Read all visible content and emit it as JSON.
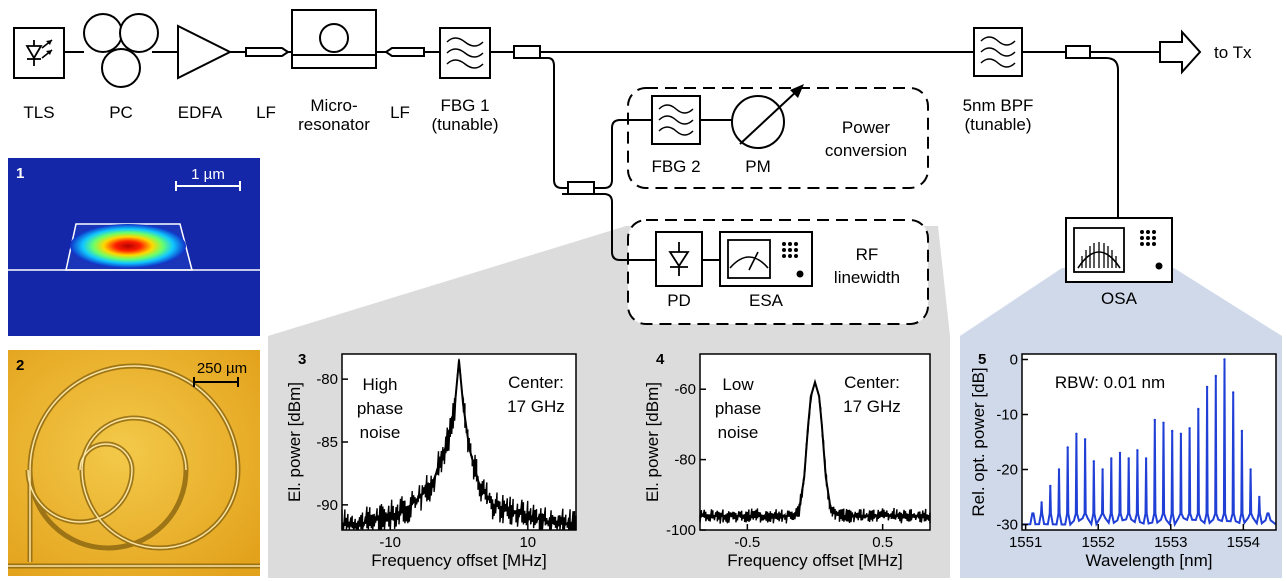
{
  "components": {
    "tls": "TLS",
    "pc": "PC",
    "edfa": "EDFA",
    "lf1": "LF",
    "microresonator_line1": "Micro-",
    "microresonator_line2": "resonator",
    "lf2": "LF",
    "fbg1_line1": "FBG 1",
    "fbg1_line2": "(tunable)",
    "bpf_line1": "5nm BPF",
    "bpf_line2": "(tunable)",
    "to_tx": "to Tx",
    "fbg2": "FBG 2",
    "pm": "PM",
    "power_conversion_line1": "Power",
    "power_conversion_line2": "conversion",
    "pd": "PD",
    "esa": "ESA",
    "rf_linewidth_line1": "RF",
    "rf_linewidth_line2": "linewidth",
    "osa": "OSA"
  },
  "insets": {
    "panel1": {
      "number": "1",
      "scale": "1 µm"
    },
    "panel2": {
      "number": "2",
      "scale": "250 µm"
    }
  },
  "chart_data": [
    {
      "id": "3",
      "type": "line",
      "xlabel": "Frequency offset [MHz]",
      "ylabel": "El. power [dBm]",
      "xlim": [
        -17,
        17
      ],
      "ylim": [
        -92,
        -78
      ],
      "xticks": [
        -10,
        10
      ],
      "xtick_labels": [
        "-10",
        "10"
      ],
      "yticks": [
        -80,
        -85,
        -90
      ],
      "ytick_labels": [
        "-80",
        "-85",
        "-90"
      ],
      "annotations": [
        [
          "High",
          "phase",
          "noise"
        ],
        [
          "Center:",
          "17 GHz"
        ]
      ],
      "series": [
        {
          "x": [
            -17,
            -14,
            -11,
            -8,
            -6,
            -4,
            -3,
            -2,
            -1.2,
            -0.6,
            0,
            0.6,
            1.5,
            3,
            5,
            8,
            11,
            14,
            17
          ],
          "y": [
            -91.5,
            -91.5,
            -91,
            -90.5,
            -89.5,
            -88.5,
            -87,
            -85.5,
            -84,
            -82,
            -78.5,
            -82,
            -85.5,
            -88.5,
            -90,
            -90.5,
            -91,
            -91.5,
            -91.5
          ]
        }
      ]
    },
    {
      "id": "4",
      "type": "line",
      "xlabel": "Frequency offset [MHz]",
      "ylabel": "El. power [dBm]",
      "xlim": [
        -0.85,
        0.85
      ],
      "ylim": [
        -100,
        -50
      ],
      "xticks": [
        -0.5,
        0.5
      ],
      "xtick_labels": [
        "-0.5",
        "0.5"
      ],
      "yticks": [
        -60,
        -80,
        -100
      ],
      "ytick_labels": [
        "-60",
        "-80",
        "-100"
      ],
      "annotations": [
        [
          "Low",
          "phase",
          "noise"
        ],
        [
          "Center:",
          "17 GHz"
        ]
      ],
      "series": [
        {
          "x": [
            -0.85,
            -0.5,
            -0.2,
            -0.12,
            -0.08,
            -0.05,
            -0.03,
            0,
            0.03,
            0.05,
            0.08,
            0.12,
            0.2,
            0.5,
            0.85
          ],
          "y": [
            -96,
            -96,
            -96,
            -95,
            -85,
            -70,
            -62,
            -58,
            -62,
            -70,
            -85,
            -95,
            -96,
            -96,
            -96
          ]
        }
      ]
    },
    {
      "id": "5",
      "type": "line",
      "xlabel": "Wavelength [nm]",
      "ylabel": "Rel. opt. power [dB]",
      "xlim": [
        1550.95,
        1554.45
      ],
      "ylim": [
        -31,
        1
      ],
      "xticks": [
        1551,
        1552,
        1553,
        1554
      ],
      "xtick_labels": [
        "1551",
        "1552",
        "1553",
        "1554"
      ],
      "yticks": [
        0,
        -10,
        -20,
        -30
      ],
      "ytick_labels": [
        "0",
        "-10",
        "-20",
        "-30"
      ],
      "annotations": [
        [
          "RBW: 0.01 nm"
        ]
      ],
      "series": [
        {
          "name": "",
          "color": "#1f3fd6",
          "peaks_x": [
            1551.1,
            1551.22,
            1551.34,
            1551.46,
            1551.58,
            1551.7,
            1551.82,
            1551.94,
            1552.06,
            1552.18,
            1552.3,
            1552.42,
            1552.54,
            1552.66,
            1552.78,
            1552.9,
            1553.02,
            1553.14,
            1553.26,
            1553.38,
            1553.5,
            1553.62,
            1553.74,
            1553.86,
            1553.98,
            1554.1,
            1554.22,
            1554.34
          ],
          "peaks_y": [
            -28,
            -26,
            -23,
            -20,
            -16,
            -13.5,
            -14.5,
            -18.5,
            -20,
            -18,
            -17,
            -18,
            -16.5,
            -18,
            -11,
            -11.5,
            -13,
            -13.5,
            -12.5,
            -9,
            -5,
            -3,
            0,
            -6,
            -13,
            -20,
            -25,
            -28
          ],
          "baseline": -30
        }
      ]
    }
  ]
}
